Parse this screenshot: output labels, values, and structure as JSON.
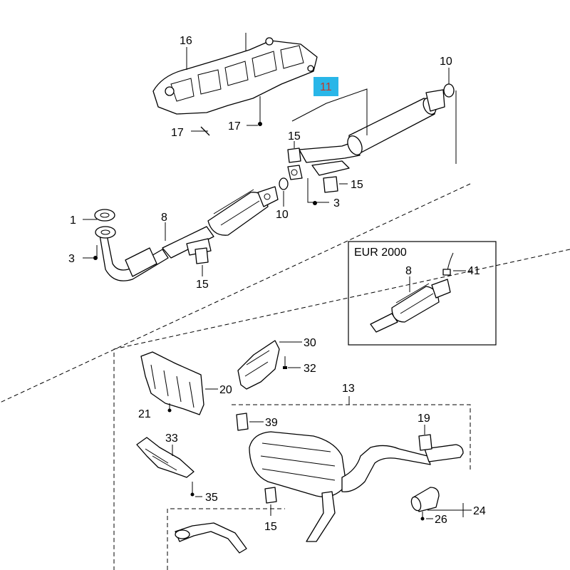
{
  "labels": {
    "l16": "16",
    "l10a": "10",
    "l11": "11",
    "l17a": "17",
    "l17b": "17",
    "l15a": "15",
    "l15b": "15",
    "l3a": "3",
    "l10b": "10",
    "l1": "1",
    "l8a": "8",
    "l3b": "3",
    "l15c": "15",
    "l8b": "8",
    "l41": "41",
    "l30": "30",
    "l32": "32",
    "l20": "20",
    "l21": "21",
    "l13": "13",
    "l39": "39",
    "l19": "19",
    "l33": "33",
    "l35": "35",
    "l15d": "15",
    "l24": "24",
    "l26": "26"
  },
  "inset": {
    "title": "EUR 2000"
  },
  "colors": {
    "highlight": "#29b6e8",
    "highlight_text": "#c0392b",
    "line": "#000000"
  }
}
